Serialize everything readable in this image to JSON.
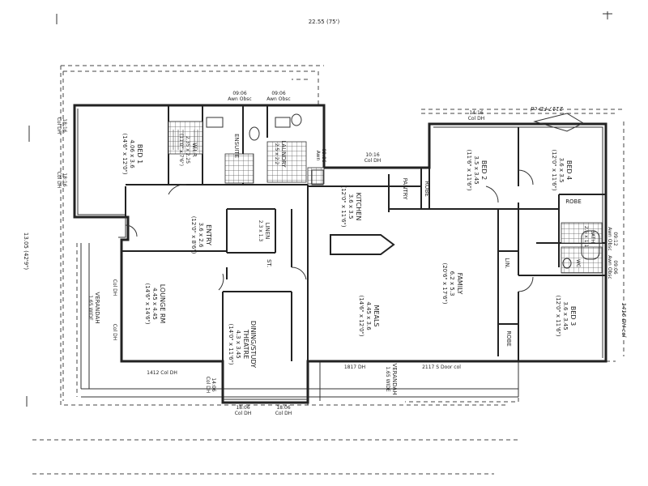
{
  "header": {
    "overall_dimension": "22.55 (75')",
    "side_dimension": "13.05 (42'9\")"
  },
  "rooms": {
    "bed1": {
      "name": "BED 1",
      "size": "4.06 x 3.6",
      "imperial": "(14'6\" x 12'0\")"
    },
    "wir": {
      "name": "W.I.R",
      "size": "2.35 x 2.25",
      "imperial": "(11'0\" x 7'6\")"
    },
    "ensuite": {
      "name": "ENSUITE"
    },
    "laundry": {
      "name": "LAUNDRY",
      "size": "2.5 x 2.2"
    },
    "entry": {
      "name": "ENTRY",
      "size": "3.6 x 2.6",
      "imperial": "(12'0\" x 8'6\")"
    },
    "linen": {
      "name": "LINEN",
      "size": "2.3 x 1.3"
    },
    "st": {
      "name": "ST."
    },
    "lounge": {
      "name": "LOUNGE RM",
      "size": "4.45 x 4.45",
      "imperial": "(14'6\" x 14'6\")"
    },
    "dining": {
      "name": "DINING/STUDY",
      "name2": "THEATRE",
      "size": "4.3 x 3.45",
      "imperial": "(14'0\" x 11'6\")"
    },
    "kitchen": {
      "name": "KITCHEN",
      "size": "3.6 x 3.5",
      "imperial": "(12'0\" x 11'6\")"
    },
    "pantry": {
      "name": "PANTRY"
    },
    "robe1": {
      "name": "ROBE"
    },
    "meals": {
      "name": "MEALS",
      "size": "4.45 x 3.6",
      "imperial": "(14'6\" x 12'0\")"
    },
    "family": {
      "name": "FAMILY",
      "size": "6.2 x 5.3",
      "imperial": "(20'6\" x 17'6\")"
    },
    "bed2": {
      "name": "BED 2",
      "size": "3.5 x 3.45",
      "imperial": "(11'6\" x 11'6\")"
    },
    "bed4": {
      "name": "BED 4",
      "size": "3.6 x 3.5",
      "imperial": "(12'0\" x 11'6\")"
    },
    "robe2": {
      "name": "ROBE"
    },
    "bath": {
      "name": "BATH",
      "size": "2.5 x 1.1"
    },
    "lin": {
      "name": "LIN."
    },
    "wc": {
      "name": "WC"
    },
    "bed3": {
      "name": "BED 3",
      "size": "3.6 x 3.45",
      "imperial": "(12'0\" x 11'6\")"
    },
    "robe3": {
      "name": "ROBE"
    },
    "verandah_left": {
      "name": "VERANDAH",
      "width": "1.65 WIDE"
    },
    "verandah_bottom": {
      "name": "VERANDAH",
      "width": "1.65 WIDE"
    }
  },
  "windows": {
    "w0906a": "09:06",
    "w0906a_type": "Awn Obsc",
    "w0906b": "09:06",
    "w0906b_type": "Awn Obsc",
    "w1416top": "14:16",
    "w1416top_type": "Col DH",
    "w1016": "10:16",
    "w1016_type": "Col DH",
    "w0906c": "09:06",
    "w0906c_type": "Awn",
    "wleft1": "18:16",
    "wleft1_type": "Col DH",
    "wleft2": "18:16",
    "wleft2_type": "Col DH",
    "wcol1": "Col DH",
    "wcol2": "Col DH",
    "w0912": "09:12",
    "w0912_type": "Awn Obsc",
    "w0906r": "09:06",
    "w0906r_type": "Awn Obsc",
    "w1412": "1412 Col DH",
    "w1406": "14:06",
    "w1406_type": "Col DH",
    "w1817": "1817 DH",
    "w2117door": "2117 S Door col",
    "w1806a": "18:06",
    "w1806a_type": "Col DH",
    "w1806b": "18:06",
    "w1806b_type": "Col DH"
  },
  "handwritten": {
    "top_right": "2117 FD cd",
    "right_side": "1416 DH col"
  }
}
